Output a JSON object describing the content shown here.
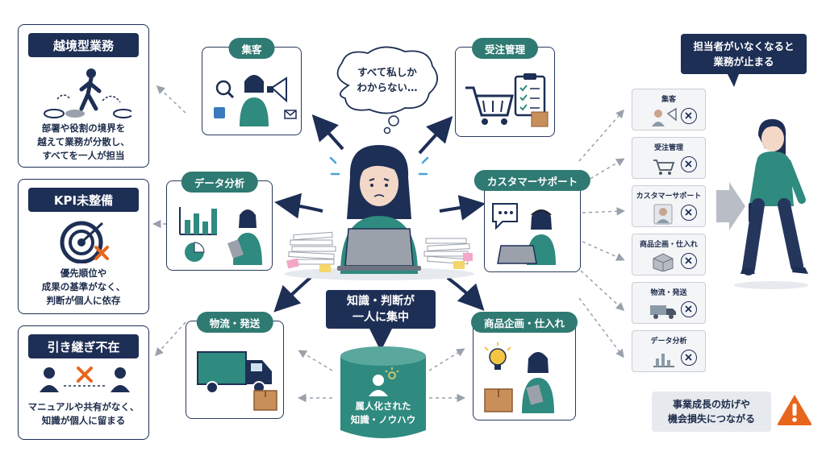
{
  "issues": [
    {
      "title": "越境型業務",
      "desc": [
        "部署や役割の境界を",
        "越えて業務が分散し、",
        "すべてを一人が担当"
      ]
    },
    {
      "title": "KPI未整備",
      "desc": [
        "優先順位や",
        "成果の基準がなく、",
        "判断が個人に依存"
      ]
    },
    {
      "title": "引き継ぎ不在",
      "desc": [
        "マニュアルや共有がなく、",
        "知識が個人に留まる"
      ]
    }
  ],
  "functions": {
    "attract": "集客",
    "orders": "受注管理",
    "analysis": "データ分析",
    "support": "カスタマーサポート",
    "logistics": "物流・発送",
    "planning": "商品企画・仕入れ"
  },
  "thought_bubble": [
    "すべて私しか",
    "わからない…"
  ],
  "center_label": [
    "知識・判断が",
    "一人に集中"
  ],
  "database_label": [
    "属人化された",
    "知識・ノウハウ"
  ],
  "absence_bubble": [
    "担当者がいなくなると",
    "業務が止まる"
  ],
  "status_list": [
    "集客",
    "受注管理",
    "カスタマーサポート",
    "商品企画・仕入れ",
    "物流・発送",
    "データ分析"
  ],
  "consequence": [
    "事業成長の妨げや",
    "機会損失につながる"
  ],
  "colors": {
    "navy": "#1e2f55",
    "teal": "#2f7a72",
    "warning": "#e8661c"
  }
}
